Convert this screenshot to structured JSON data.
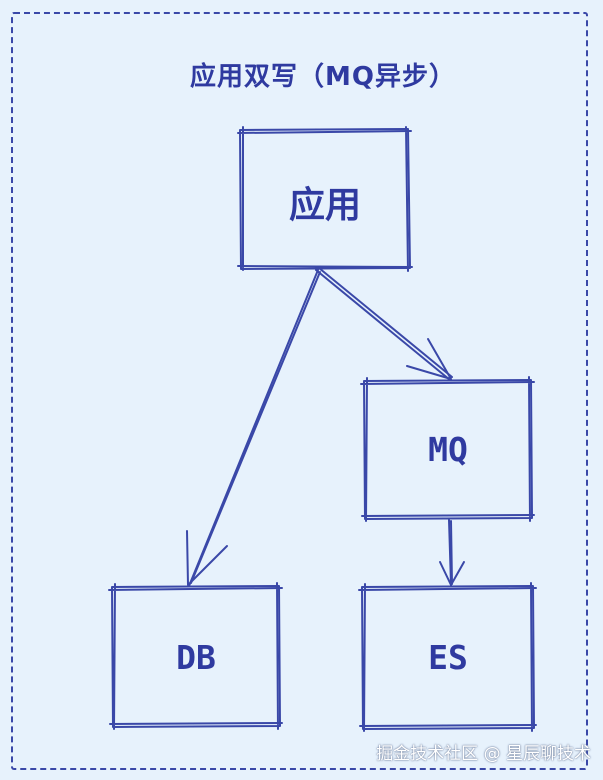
{
  "title": "应用双写（MQ异步）",
  "nodes": {
    "app": "应用",
    "mq": "MQ",
    "db": "DB",
    "es": "ES"
  },
  "watermark": "掘金技术社区 @ 星辰聊技术",
  "colors": {
    "background": "#e7f2fc",
    "stroke": "#3a48a8",
    "text": "#2f3aa0"
  }
}
